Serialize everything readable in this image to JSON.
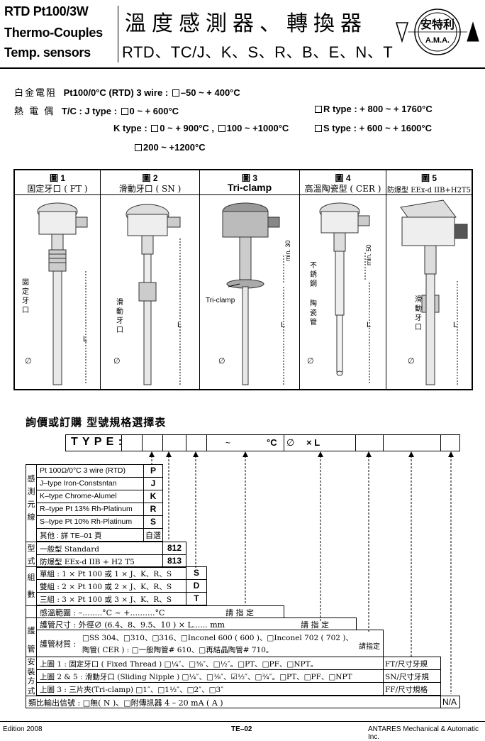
{
  "header": {
    "left_line1": "RTD Pt100/3W",
    "left_line2": "Thermo-Couples",
    "left_line3": "Temp. sensors",
    "title_cn": "溫度感測器、轉換器",
    "title_en": "RTD、TC/J、K、S、R、B、E、N、T",
    "logo_text": "安特利",
    "logo_sub": "A.M.A."
  },
  "spec": {
    "rtd_label": "白金電阻",
    "rtd_text": "Pt100/0°C (RTD) 3 wire :",
    "rtd_range": "–50 ~ + 400°C",
    "tc_label": "熱 電 偶",
    "tc_text": "T/C : J type :",
    "j_range": "0 ~ + 600°C",
    "r_type": "R type : + 800 ~ + 1760°C",
    "k_type": "K type :",
    "k_range1": "0 ~ + 900°C ,",
    "k_range2": "100 ~ +1000°C",
    "s_type": "S type : + 600 ~ + 1600°C",
    "k_range3": "200 ~ +1200°C"
  },
  "figures": [
    {
      "no": "圖 1",
      "name": "固定牙口 ( FT )",
      "side": "固定牙口",
      "l": "L",
      "d": "∅"
    },
    {
      "no": "圖 2",
      "name": "滑動牙口 ( SN )",
      "side": "滑動牙口",
      "l": "L",
      "d": "∅"
    },
    {
      "no": "圖 3",
      "name": "Tri-clamp",
      "side": "Tri-clamp",
      "min": "min. 30",
      "l": "L",
      "d": "∅"
    },
    {
      "no": "圖 4",
      "name": "高溫陶瓷型 ( CER )",
      "side1": "不銹鋼",
      "side2": "陶瓷管",
      "min": "min. 50",
      "l": "L",
      "d": "∅"
    },
    {
      "no": "圖 5",
      "name": "防爆型 EEx-d IIB+H2T5",
      "side": "滑動牙口",
      "l": "L",
      "d": "∅"
    }
  ],
  "order": {
    "title": "詢價或訂購  型號規格選擇表",
    "type_label": "T Y P E :",
    "tilde": "~",
    "degc": "°C",
    "dia": "∅",
    "xl": "× L",
    "sensor_group": "感測元線",
    "sensors": [
      {
        "text": "Pt 100Ω/0°C 3 wire (RTD)",
        "code": "P"
      },
      {
        "text": "J–type Iron-Constsntan",
        "code": "J"
      },
      {
        "text": "K–type Chrome-Alumel",
        "code": "K"
      },
      {
        "text": "R–type Pt 13% Rh-Platinum",
        "code": "R"
      },
      {
        "text": "S–type Pt 10% Rh-Platinum",
        "code": "S"
      },
      {
        "text": "其他 : 詳 TE–01 頁",
        "code": "自選"
      }
    ],
    "model_group": "型式",
    "models": [
      {
        "text": "一般型 Standard",
        "code": "812"
      },
      {
        "text": "防爆型 EEx-d IIB + H2 T5",
        "code": "813"
      }
    ],
    "count_group": "組數",
    "counts": [
      {
        "text": "單組 : 1 × Pt 100 或 1 × J、K、R、S",
        "code": "S"
      },
      {
        "text": "雙組 : 2 × Pt 100 或 2 × J、K、R、S",
        "code": "D"
      },
      {
        "text": "三組 : 3 × Pt 100 或 3 × J、K、R、S",
        "code": "T"
      }
    ],
    "temp_range": "感溫範圍 : –........°C ~ +..........°C",
    "please_specify": "請 指 定",
    "tube_group": "護管",
    "tube_size": "護管尺寸 : 外徑∅ (6.4、8、9.5、10 ) × L...... mm",
    "tube_mat_label": "護管材質 :",
    "tube_mat1": "□SS 304、□310、□316、□Inconel 600 ( 600 )、□Inconel 702 ( 702 )、",
    "tube_mat2": "陶管( CER ) : □一般陶管# 610、□再結晶陶管# 710。",
    "please_specify2": "請指定",
    "install_group": "安裝方式",
    "installs": [
      {
        "text": "上圖 1 : 固定牙口 ( Fixed Thread )        □¼″、□⅜″、□½″。□PT、□PF、□NPT。",
        "code": "FT/尺寸牙規"
      },
      {
        "text": "上圖 2 & 5 : 滑動牙口 (Sliding Nipple ) □¼″、□⅜″、☑½″、□¾″。□PT、□PF、□NPT",
        "code": "SN/尺寸牙規"
      },
      {
        "text": "上圖 3 : 三片夾(Tri-clamp) □1″、□1½″、□2″、□3″",
        "code": "FF/尺寸規格"
      }
    ],
    "signal": "類比輸出信號 : □無( N )、□附傳訊器 4 – 20 mA ( A )",
    "signal_code": "N/A"
  },
  "footer": {
    "left": "Edition 2008",
    "center": "TE–02",
    "right": "ANTARES Mechanical & Automatic Inc."
  }
}
